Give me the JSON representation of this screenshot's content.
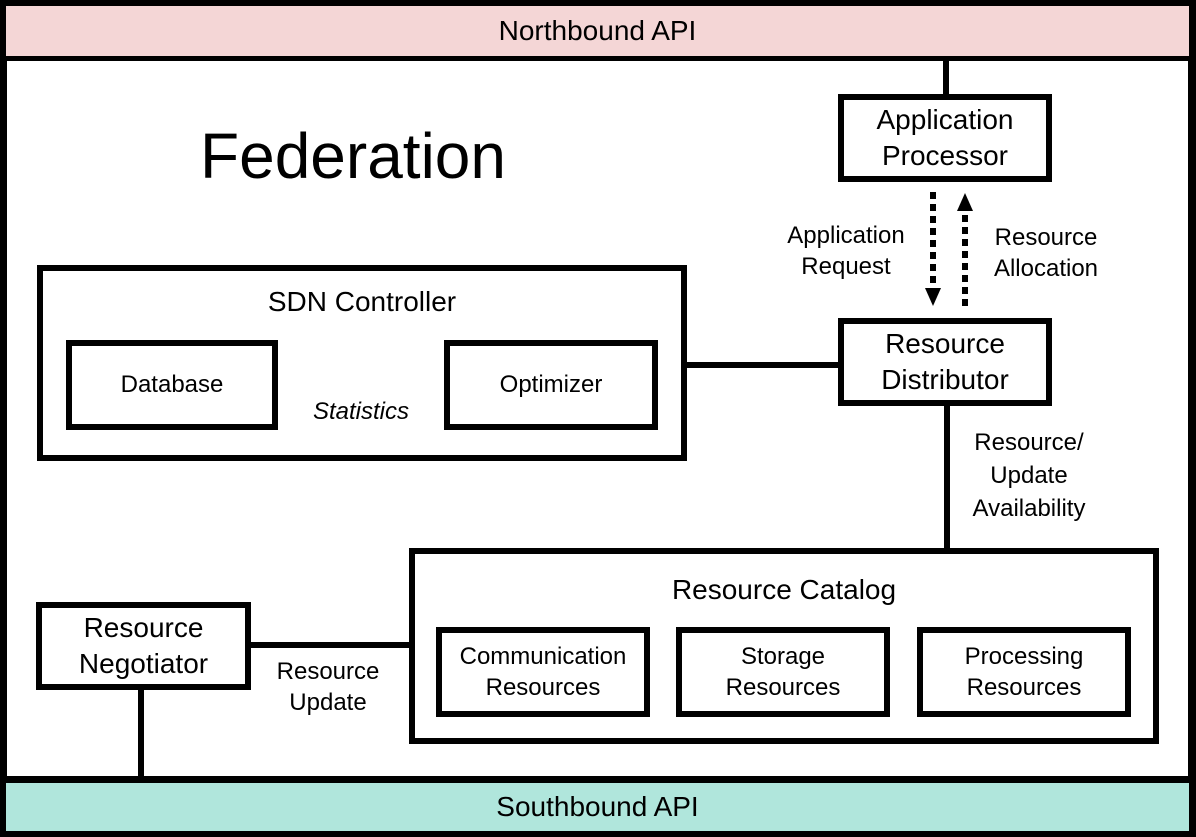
{
  "colors": {
    "north": "#f4d6d6",
    "south": "#b0e6dc"
  },
  "northbound_api": "Northbound API",
  "southbound_api": "Southbound API",
  "federation": "Federation",
  "application_processor": {
    "line1": "Application",
    "line2": "Processor"
  },
  "resource_distributor": {
    "line1": "Resource",
    "line2": "Distributor"
  },
  "application_request": {
    "line1": "Application",
    "line2": "Request"
  },
  "resource_allocation": {
    "line1": "Resource",
    "line2": "Allocation"
  },
  "sdn_controller": {
    "title": "SDN Controller",
    "database": "Database",
    "optimizer": "Optimizer",
    "statistics": "Statistics"
  },
  "update_availability": {
    "line1": "Resource/",
    "line2": "Update",
    "line3": "Availability"
  },
  "resource_catalog": {
    "title": "Resource Catalog",
    "communication": {
      "line1": "Communication",
      "line2": "Resources"
    },
    "storage": {
      "line1": "Storage",
      "line2": "Resources"
    },
    "processing": {
      "line1": "Processing",
      "line2": "Resources"
    }
  },
  "resource_negotiator": {
    "line1": "Resource",
    "line2": "Negotiator"
  },
  "resource_update": {
    "line1": "Resource",
    "line2": "Update"
  }
}
